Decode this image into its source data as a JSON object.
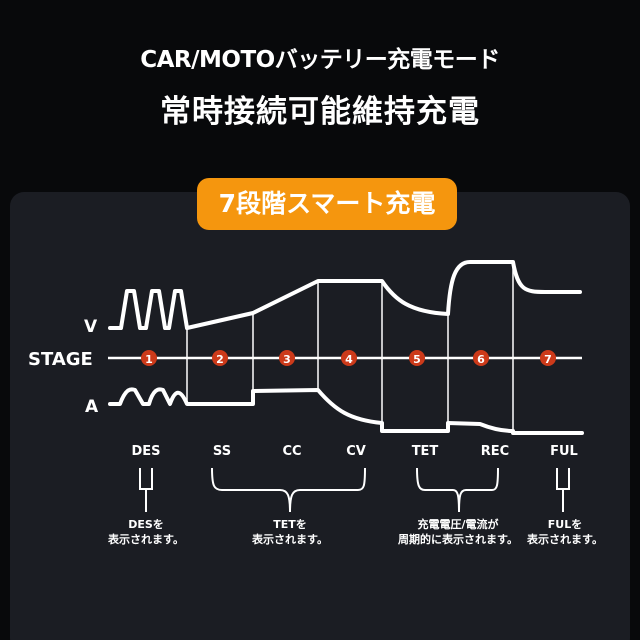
{
  "header": {
    "subtitle": "CAR/MOTOバッテリー充電モード",
    "title": "常時接続可能維持充電"
  },
  "badge": {
    "label": "7段階スマート充電",
    "color": "#f5960e"
  },
  "axes": {
    "v": "V",
    "stage": "STAGE",
    "a": "A"
  },
  "stages": [
    {
      "num": "1",
      "code": "DES"
    },
    {
      "num": "2",
      "code": "SS"
    },
    {
      "num": "3",
      "code": "CC"
    },
    {
      "num": "4",
      "code": "CV"
    },
    {
      "num": "5",
      "code": "TET"
    },
    {
      "num": "6",
      "code": "REC"
    },
    {
      "num": "7",
      "code": "FUL"
    }
  ],
  "captions": [
    {
      "line1": "DESを",
      "line2": "表示されます。"
    },
    {
      "line1": "TETを",
      "line2": "表示されます。"
    },
    {
      "line1": "充電電圧/電流が",
      "line2": "周期的に表示されます。"
    },
    {
      "line1": "FULを",
      "line2": "表示されます。"
    }
  ],
  "colors": {
    "stage_circle": "#cc3a1a"
  }
}
